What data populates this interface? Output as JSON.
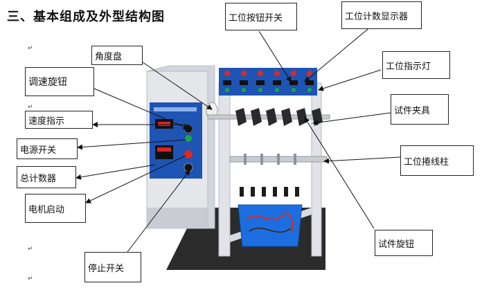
{
  "heading": "三、基本组成及外型结构图",
  "paragraph_mark": "↵",
  "callouts": {
    "station_switch": "工位按钮开关",
    "station_counter": "工位计数显示器",
    "angle_plate": "角度盘",
    "station_lamp": "工位指示灯",
    "speed_knob": "调速旋钮",
    "fixture": "试件夹具",
    "speed_indicator": "速度指示",
    "power_switch": "电源开关",
    "winding_post": "工位捲线柱",
    "total_counter": "总计数器",
    "motor_start": "电机启动",
    "specimen_knob": "试件旋钮",
    "stop_switch": "停止开关"
  },
  "colors": {
    "panel_blue": "#1e54b4",
    "cabinet": "#e4e6ea",
    "button_red": "#e0281e",
    "lamp_green": "#19a84a",
    "basket_blue": "#1c6ee0"
  }
}
